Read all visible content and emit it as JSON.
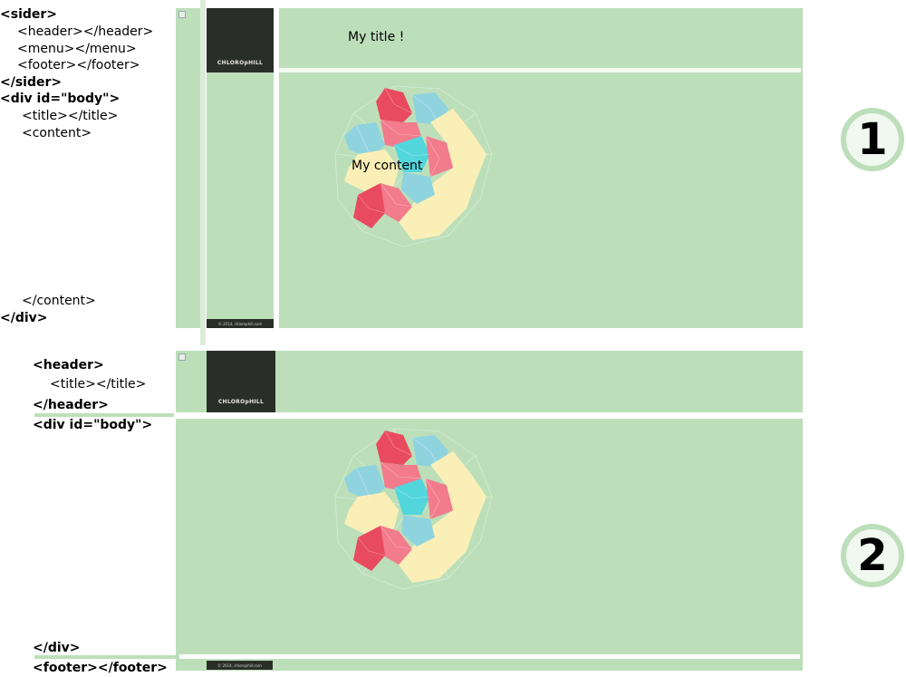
{
  "layout1": {
    "code_lines": [
      {
        "text": "<sider>",
        "bold": true
      },
      {
        "text": "<header></header>",
        "bold": false
      },
      {
        "text": "<menu></menu>",
        "bold": false
      },
      {
        "text": "<footer></footer>",
        "bold": false
      },
      {
        "text": "</sider>",
        "bold": true
      },
      {
        "text": "<div id=\"body\">",
        "bold": true
      },
      {
        "text": "<title></title>",
        "bold": false
      },
      {
        "text": "<content>",
        "bold": false
      },
      {
        "text": "</content>",
        "bold": false
      },
      {
        "text": "</div>",
        "bold": true
      }
    ],
    "title_text": "My title !",
    "content_text": "My content",
    "logo_text": "CHLOROpHILL",
    "footer_text": "© 2014, chlorophill.com",
    "badge": "1"
  },
  "layout2": {
    "code_lines": [
      {
        "text": "<header>",
        "bold": true
      },
      {
        "text": "<title></title>",
        "bold": false
      },
      {
        "text": "</header>",
        "bold": true
      },
      {
        "text": "<div id=\"body\">",
        "bold": true
      },
      {
        "text": "</div>",
        "bold": true
      },
      {
        "text": "<footer></footer>",
        "bold": true
      }
    ],
    "logo_text": "CHLOROpHILL",
    "footer_text": "© 2014, chlorophill.com",
    "badge": "2"
  },
  "colors": {
    "green": "#bcdfba",
    "dark": "#2a2e28",
    "red": "#e84a5f",
    "pink": "#f27b8c",
    "cyan": "#52d6dc",
    "light_blue": "#8fd3df",
    "cream": "#fbefb8"
  }
}
